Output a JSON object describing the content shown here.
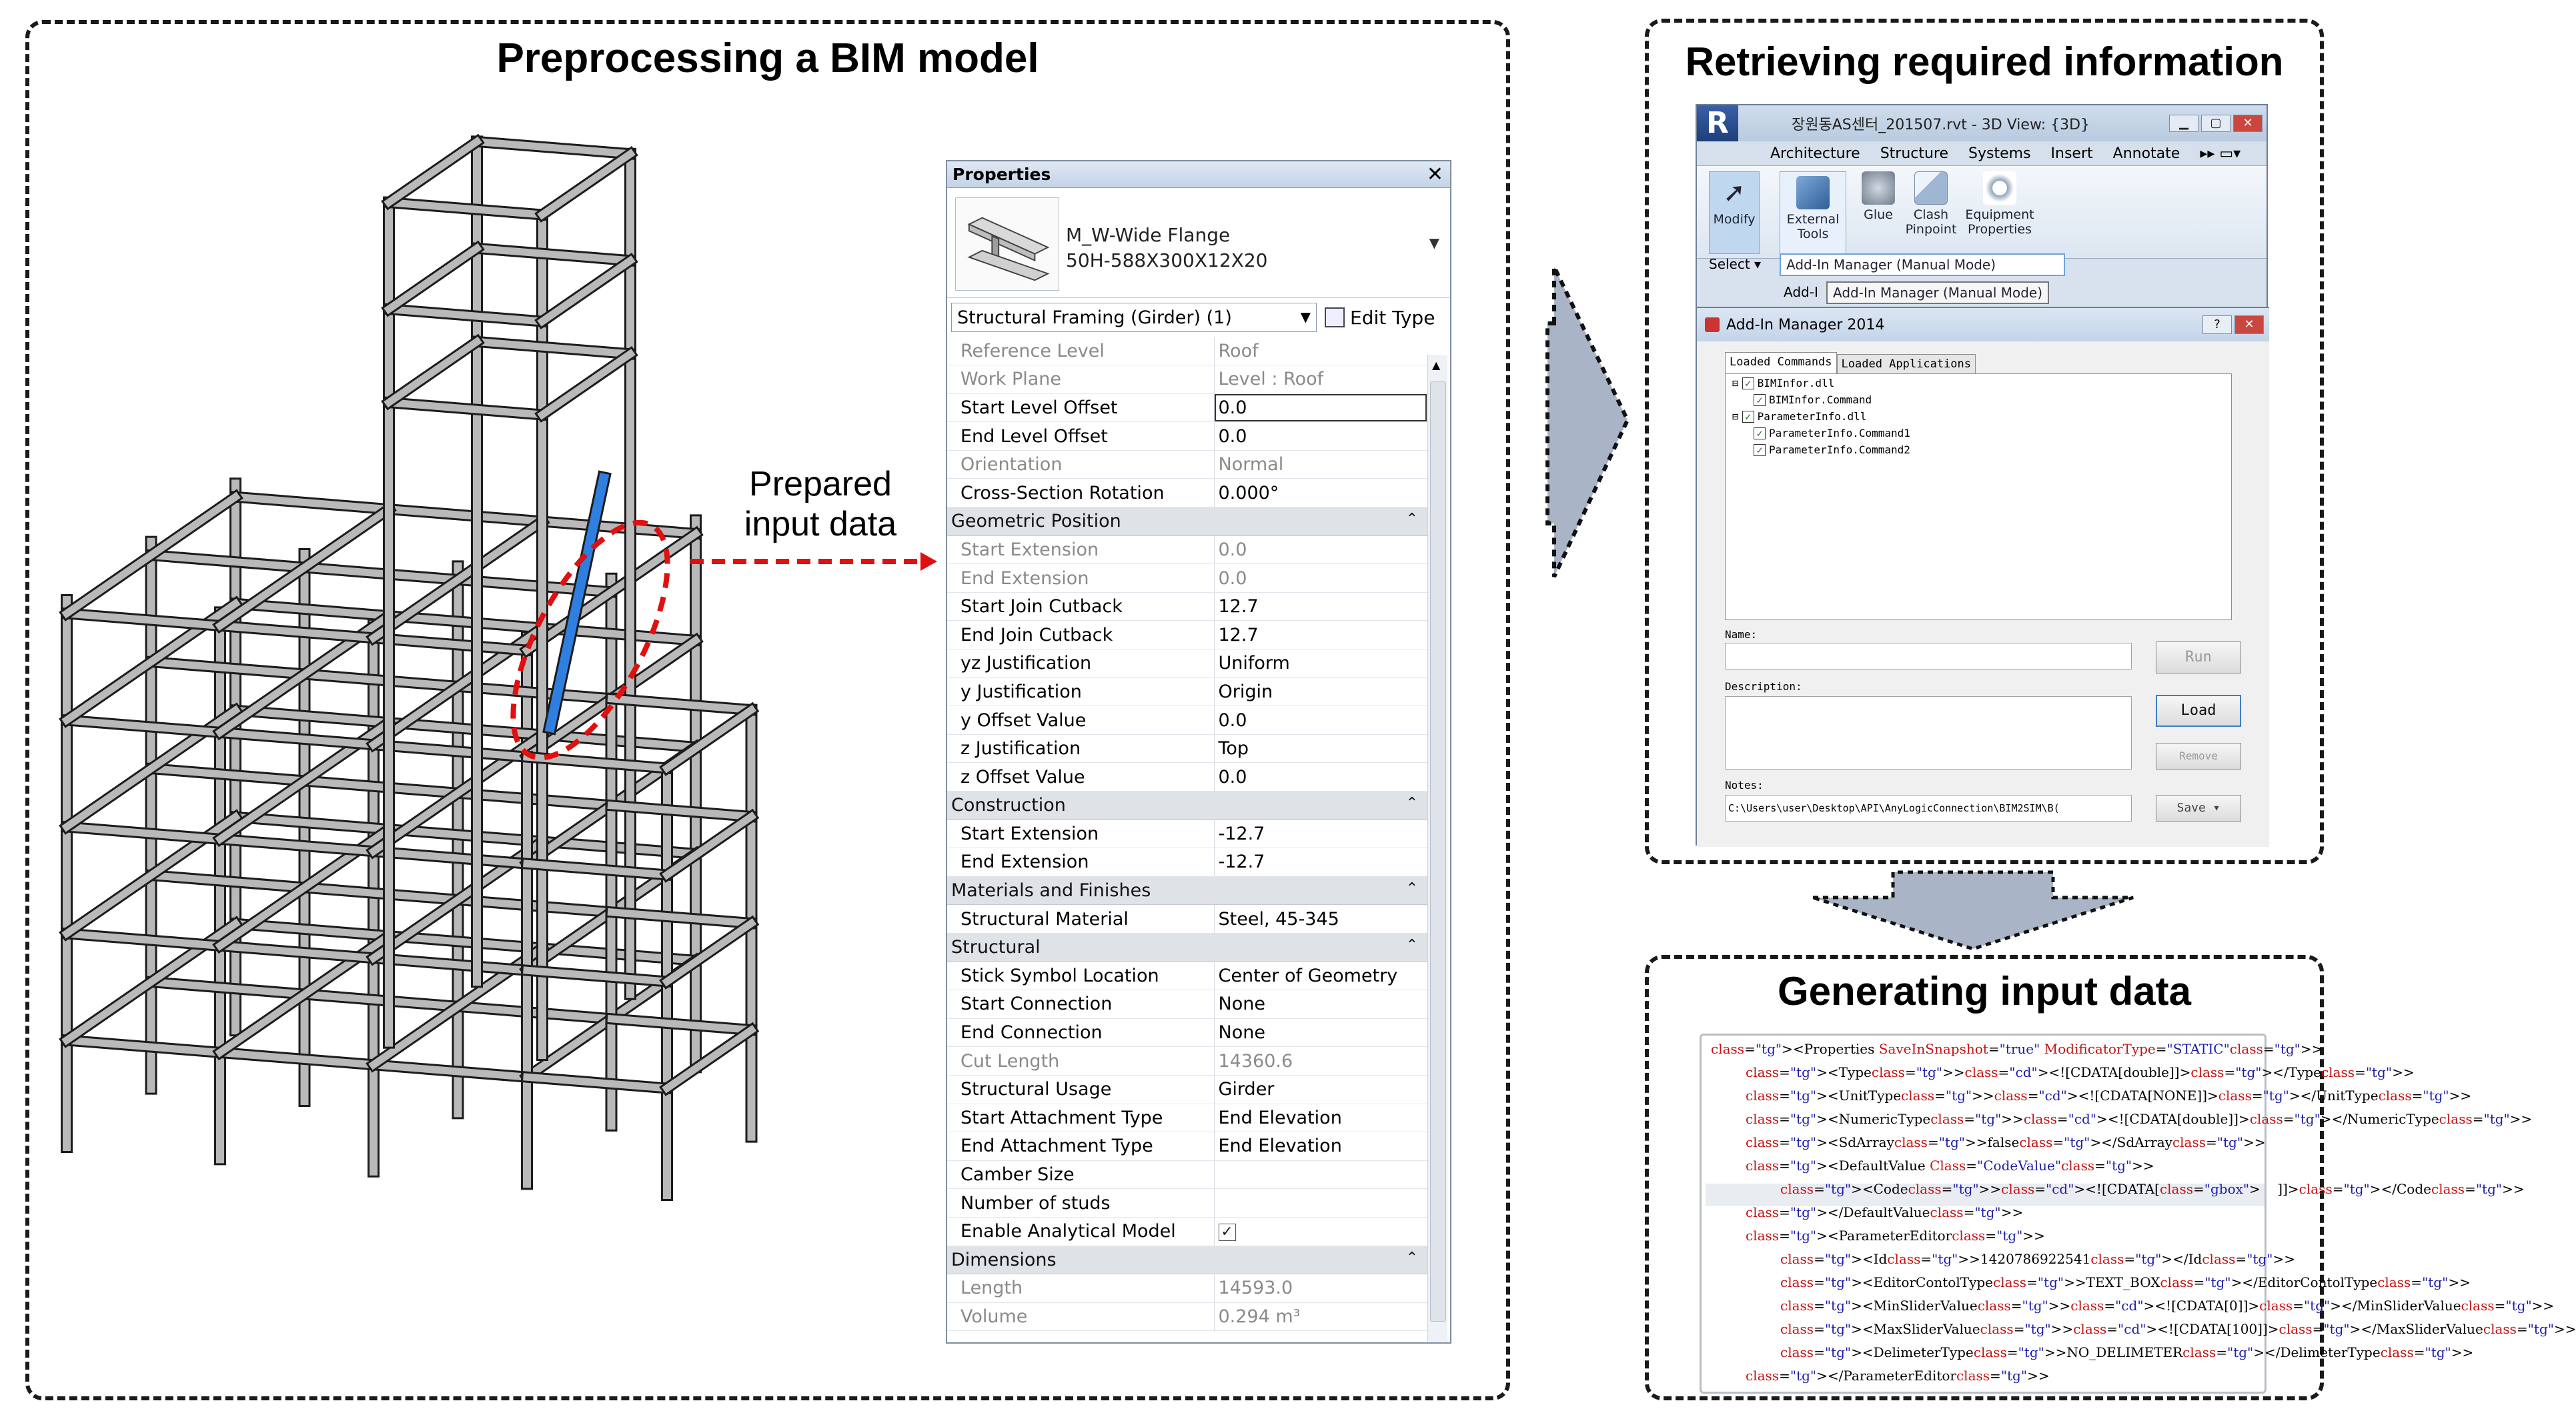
{
  "panels": {
    "left_title": "Preprocessing a BIM model",
    "top_right_title": "Retrieving required information",
    "bottom_right_title": "Generating input data"
  },
  "annotation": {
    "line1": "Prepared",
    "line2": "input data"
  },
  "properties": {
    "title": "Properties",
    "close": "✕",
    "type_name_1": "M_W-Wide Flange",
    "type_name_2": "50H-588X300X12X20",
    "filter": "Structural Framing (Girder) (1)",
    "edit_type": "Edit Type",
    "rows": [
      {
        "kind": "ro",
        "label": "Reference Level",
        "value": "Roof"
      },
      {
        "kind": "ro",
        "label": "Work Plane",
        "value": "Level : Roof"
      },
      {
        "kind": "rw",
        "label": "Start Level Offset",
        "value": "0.0"
      },
      {
        "kind": "rw",
        "label": "End Level Offset",
        "value": "0.0"
      },
      {
        "kind": "ro",
        "label": "Orientation",
        "value": "Normal"
      },
      {
        "kind": "rw",
        "label": "Cross-Section Rotation",
        "value": "0.000°"
      },
      {
        "kind": "grp",
        "label": "Geometric Position"
      },
      {
        "kind": "ro",
        "label": "Start Extension",
        "value": "0.0"
      },
      {
        "kind": "ro",
        "label": "End Extension",
        "value": "0.0"
      },
      {
        "kind": "rw",
        "label": "Start Join Cutback",
        "value": "12.7"
      },
      {
        "kind": "rw",
        "label": "End Join Cutback",
        "value": "12.7"
      },
      {
        "kind": "rw",
        "label": "yz Justification",
        "value": "Uniform"
      },
      {
        "kind": "rw",
        "label": "y Justification",
        "value": "Origin"
      },
      {
        "kind": "rw",
        "label": "y Offset Value",
        "value": "0.0"
      },
      {
        "kind": "rw",
        "label": "z Justification",
        "value": "Top"
      },
      {
        "kind": "rw",
        "label": "z Offset Value",
        "value": "0.0"
      },
      {
        "kind": "grp",
        "label": "Construction"
      },
      {
        "kind": "rw",
        "label": "Start Extension",
        "value": "-12.7"
      },
      {
        "kind": "rw",
        "label": "End Extension",
        "value": "-12.7"
      },
      {
        "kind": "grp",
        "label": "Materials and Finishes"
      },
      {
        "kind": "rw",
        "label": "Structural Material",
        "value": "Steel, 45-345"
      },
      {
        "kind": "grp",
        "label": "Structural"
      },
      {
        "kind": "rw",
        "label": "Stick Symbol Location",
        "value": "Center of Geometry"
      },
      {
        "kind": "rw",
        "label": "Start Connection",
        "value": "None"
      },
      {
        "kind": "rw",
        "label": "End Connection",
        "value": "None"
      },
      {
        "kind": "ro",
        "label": "Cut Length",
        "value": "14360.6"
      },
      {
        "kind": "rw",
        "label": "Structural Usage",
        "value": "Girder"
      },
      {
        "kind": "rw",
        "label": "Start Attachment Type",
        "value": "End Elevation"
      },
      {
        "kind": "rw",
        "label": "End Attachment Type",
        "value": "End Elevation"
      },
      {
        "kind": "rw",
        "label": "Camber Size",
        "value": ""
      },
      {
        "kind": "rw",
        "label": "Number of studs",
        "value": ""
      },
      {
        "kind": "chk",
        "label": "Enable Analytical Model",
        "value": "✓"
      },
      {
        "kind": "grp",
        "label": "Dimensions"
      },
      {
        "kind": "ro",
        "label": "Length",
        "value": "14593.0"
      },
      {
        "kind": "ro",
        "label": "Volume",
        "value": "0.294 m³"
      }
    ]
  },
  "revit": {
    "title": "장원동AS센터_201507.rvt - 3D View: {3D}",
    "logo": "R",
    "tabs": [
      "Architecture",
      "Structure",
      "Systems",
      "Insert",
      "Annotate"
    ],
    "tab_more": "▸▸ ▭▾",
    "buttons": {
      "modify": "Modify",
      "external_1": "External",
      "external_2": "Tools",
      "glue": "Glue",
      "clash_1": "Clash",
      "clash_2": "Pinpoint",
      "equip_1": "Equipment",
      "equip_2": "Properties",
      "select": "Select ▾"
    },
    "menu_item_1": "Add-In Manager (Manual Mode)",
    "menu_item_2_short": "Add-I",
    "menu_item_2": "Add-In Manager (Manual Mode)"
  },
  "addin": {
    "title": "Add-In Manager 2014",
    "tab_loaded_commands": "Loaded Commands",
    "tab_loaded_apps": "Loaded Applications",
    "tree": [
      {
        "indent": 0,
        "text": "BIMInfor.dll"
      },
      {
        "indent": 1,
        "text": "BIMInfor.Command"
      },
      {
        "indent": 0,
        "text": "ParameterInfo.dll"
      },
      {
        "indent": 1,
        "text": "ParameterInfo.Command1"
      },
      {
        "indent": 1,
        "text": "ParameterInfo.Command2"
      }
    ],
    "name_label": "Name:",
    "description_label": "Description:",
    "notes_label": "Notes:",
    "notes_value": "C:\\Users\\user\\Desktop\\API\\AnyLogicConnection\\BIM2SIM\\B(",
    "run": "Run",
    "load": "Load",
    "remove": "Remove",
    "save": "Save ▾"
  },
  "xml_lines": [
    "<Properties SaveInSnapshot=\"true\" ModificatorType=\"STATIC\">",
    "<Type><![CDATA[double]]></Type>",
    "<UnitType><![CDATA[NONE]]></UnitType>",
    "<NumericType><![CDATA[double]]></NumericType>",
    "<SdArray>false</SdArray>",
    "<DefaultValue Class=\"CodeValue\">",
    "<Code><![CDATA[]]></Code>",
    "</DefaultValue>",
    "<ParameterEditor>",
    "<Id>1420786922541</Id>",
    "<EditorContolType>TEXT_BOX</EditorContolType>",
    "<MinSliderValue><![CDATA[0]]></MinSliderValue>",
    "<MaxSliderValue><![CDATA[100]]></MaxSliderValue>",
    "<DelimeterType>NO_DELIMETER</DelimeterType>",
    "</ParameterEditor>"
  ],
  "colors": {
    "highlight_beam": "#2f7fe0",
    "annotation_red": "#e01010",
    "arrow_fill": "#a9b5c6"
  }
}
